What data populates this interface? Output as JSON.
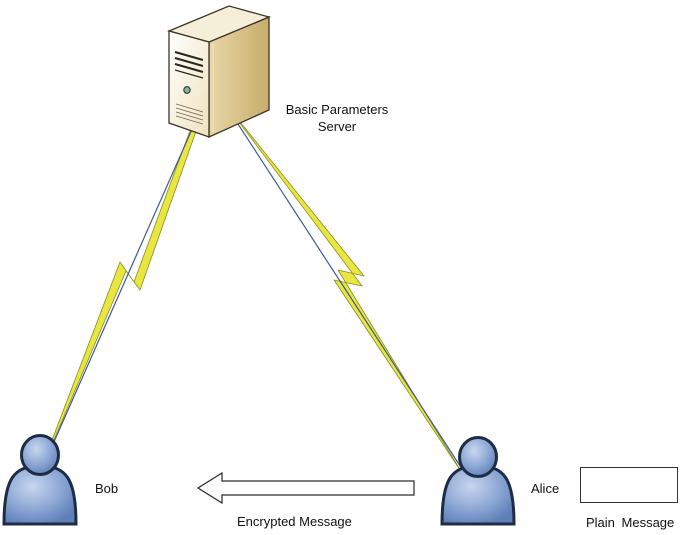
{
  "server": {
    "label_line1": "Basic Parameters",
    "label_line2": "Server"
  },
  "bob": {
    "label": "Bob"
  },
  "alice": {
    "label": "Alice"
  },
  "arrow": {
    "label": "Encrypted Message"
  },
  "plain_message": {
    "label": "Plain  Message"
  },
  "colors": {
    "person_fill": "#7f9fcf",
    "person_stroke": "#1e2c44",
    "lightning_fill": "#e8e640",
    "link_line": "#3d5a96",
    "server_face": "#f4ecd6",
    "server_side": "#d7c28f",
    "server_stroke": "#3b3427"
  }
}
